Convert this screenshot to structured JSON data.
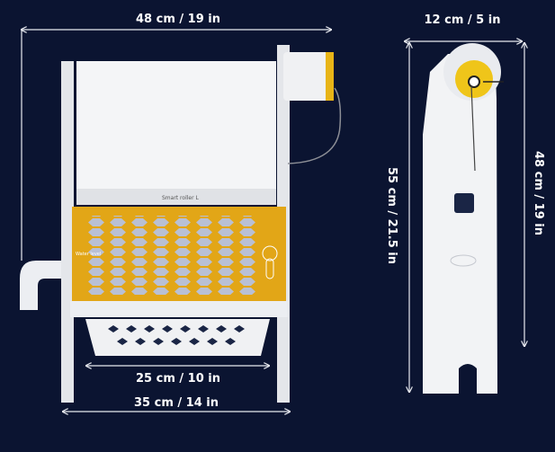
{
  "product": {
    "brand_label": "Smart roller L",
    "panel_label": "Water level",
    "colors": {
      "background": "#0b1431",
      "accent": "#e8b417",
      "body": "#f2f3f5"
    }
  },
  "dimensions": {
    "front_width": "48 cm / 19 in",
    "tray_width": "25 cm / 10 in",
    "base_width": "35 cm / 14 in",
    "side_depth": "12 cm / 5 in",
    "total_height": "55 cm / 21.5 in",
    "body_height": "48 cm / 19 in"
  }
}
